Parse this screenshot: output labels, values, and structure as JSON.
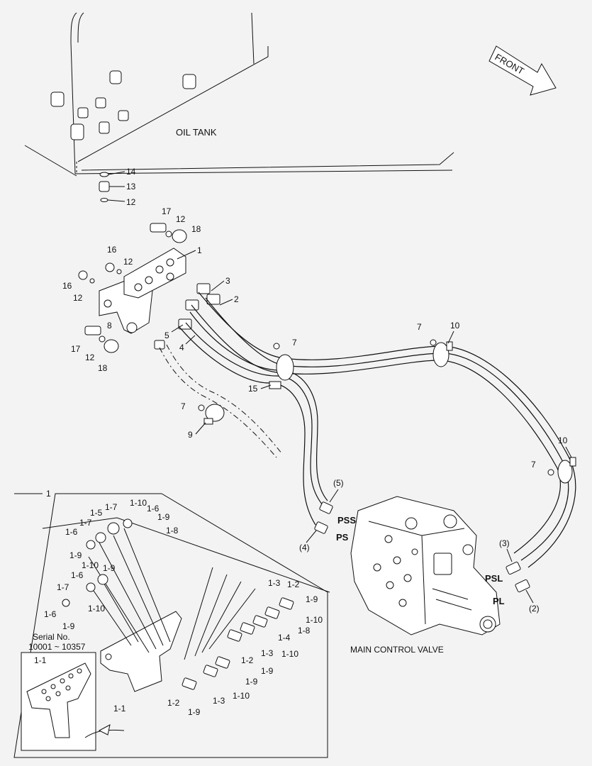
{
  "labels": {
    "oil_tank": "OIL TANK",
    "front": "FRONT",
    "main_control_valve": "MAIN CONTROL VALVE",
    "serial_title": "Serial No.",
    "serial_range": "10001 ~ 10357",
    "port_pss": "PSS",
    "port_ps": "PS",
    "port_psl": "PSL",
    "port_pl": "PL",
    "hose_5": "(5)",
    "hose_4": "(4)",
    "hose_3": "(3)",
    "hose_2": "(2)"
  },
  "callouts": {
    "c14": "14",
    "c13": "13",
    "c12a": "12",
    "c17a": "17",
    "c12b": "12",
    "c18a": "18",
    "c1a": "1",
    "c16a": "16",
    "c12c": "12",
    "c16b": "16",
    "c12d": "12",
    "c3": "3",
    "c2": "2",
    "c8": "8",
    "c5": "5",
    "c4": "4",
    "c17b": "17",
    "c12e": "12",
    "c18b": "18",
    "c7a": "7",
    "c15": "15",
    "c7b": "7",
    "c9": "9",
    "c7c": "7",
    "c10a": "10",
    "c10b": "10",
    "c7d": "7",
    "c1b": "1",
    "d1_7": "1-7",
    "d1_10a": "1-10",
    "d1_6a": "1-6",
    "d1_5": "1-5",
    "d1_9a": "1-9",
    "d1_7b": "1-7",
    "d1_8a": "1-8",
    "d1_6b": "1-6",
    "d1_9b": "1-9",
    "d1_10b": "1-10",
    "d1_6c": "1-6",
    "d1_9c": "1-9",
    "d1_7c": "1-7",
    "d1_10c": "1-10",
    "d1_6d": "1-6",
    "d1_9d": "1-9",
    "d1_3a": "1-3",
    "d1_2a": "1-2",
    "d1_9e": "1-9",
    "d1_10d": "1-10",
    "d1_8b": "1-8",
    "d1_4": "1-4",
    "d1_3b": "1-3",
    "d1_10e": "1-10",
    "d1_2b": "1-2",
    "d1_9f": "1-9",
    "d1_9g": "1-9",
    "d1_10f": "1-10",
    "d1_3c": "1-3",
    "d1_2c": "1-2",
    "d1_9h": "1-9",
    "d1_1a": "1-1",
    "d1_1b": "1-1"
  }
}
